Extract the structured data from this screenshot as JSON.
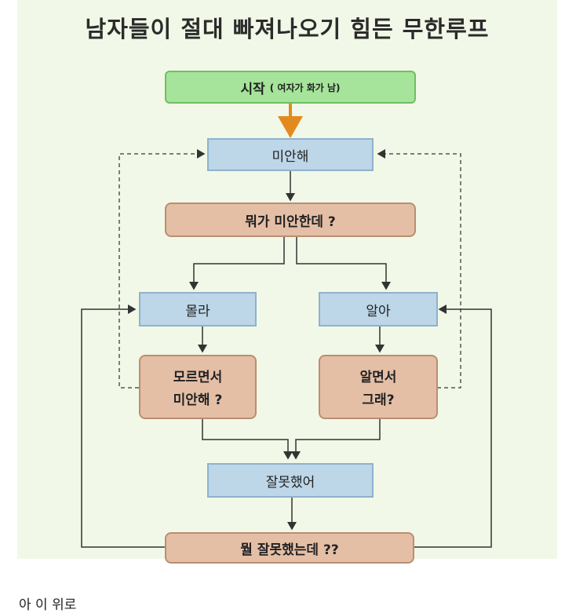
{
  "title": "남자들이 절대 빠져나오기 힘든 무한루프",
  "nodes": {
    "start": {
      "label": "시작",
      "sub": "( 여자가 화가 남)"
    },
    "sorry": {
      "label": "미안해"
    },
    "what_sorry": {
      "label": "뭐가 미안한데 ?"
    },
    "dont_know": {
      "label": "몰라"
    },
    "know": {
      "label": "알아"
    },
    "dont_know_sorry": {
      "line1": "모르면서",
      "line2": "미안해 ?"
    },
    "know_then": {
      "line1": "알면서",
      "line2": "그래?"
    },
    "my_fault": {
      "label": "잘못했어"
    },
    "what_fault": {
      "label": "뭘 잘못했는데 ??"
    }
  },
  "caption": "아 이 위로",
  "colors": {
    "start": "#a5e49a",
    "statement": "#bdd6e8",
    "question": "#e4bfa6",
    "start_arrow": "#e38a1f"
  }
}
